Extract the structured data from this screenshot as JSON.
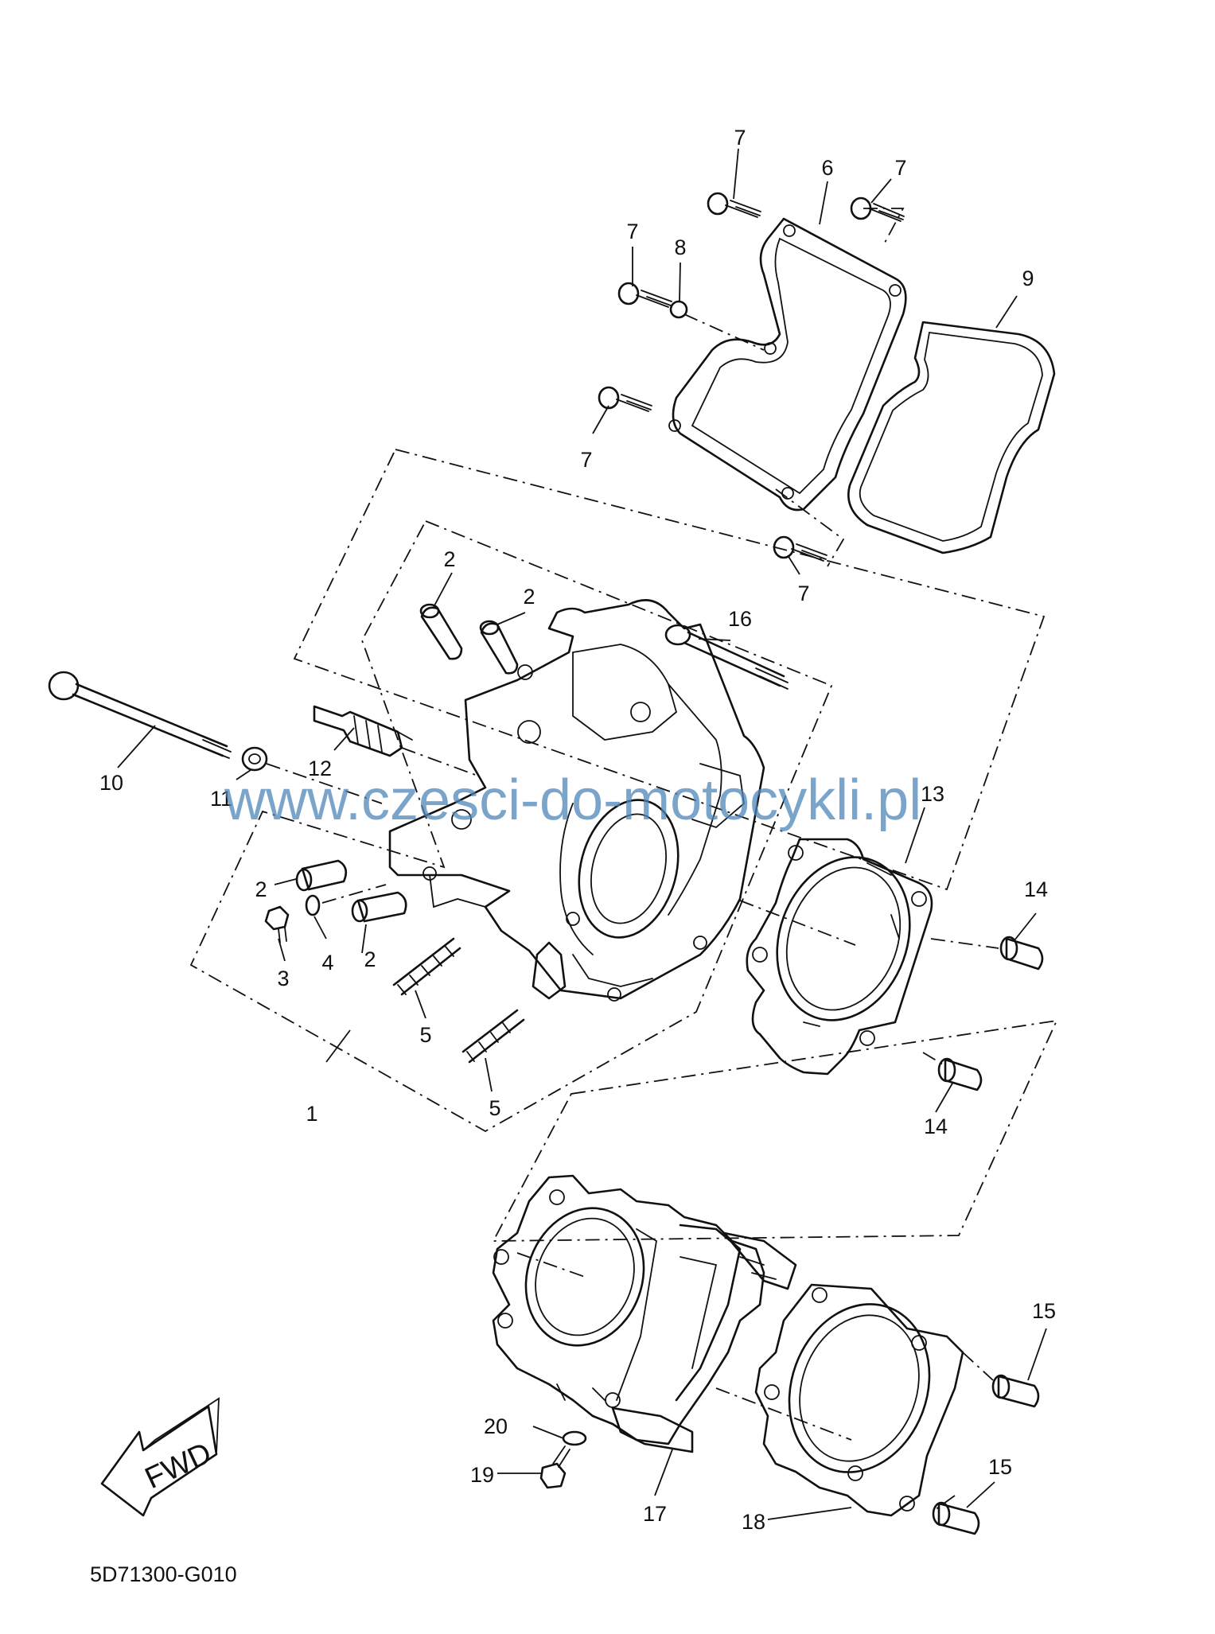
{
  "diagram_code": "5D71300-G010",
  "watermark": "www.czesci-do-motocykli.pl",
  "fwd_label": "FWD",
  "callouts": [
    {
      "label": "7"
    },
    {
      "label": "6"
    },
    {
      "label": "7"
    },
    {
      "label": "7"
    },
    {
      "label": "8"
    },
    {
      "label": "9"
    },
    {
      "label": "7"
    },
    {
      "label": "7"
    },
    {
      "label": "2"
    },
    {
      "label": "2"
    },
    {
      "label": "16"
    },
    {
      "label": "10"
    },
    {
      "label": "12"
    },
    {
      "label": "11"
    },
    {
      "label": "13"
    },
    {
      "label": "2"
    },
    {
      "label": "14"
    },
    {
      "label": "3"
    },
    {
      "label": "4"
    },
    {
      "label": "2"
    },
    {
      "label": "5"
    },
    {
      "label": "5"
    },
    {
      "label": "1"
    },
    {
      "label": "14"
    },
    {
      "label": "15"
    },
    {
      "label": "20"
    },
    {
      "label": "15"
    },
    {
      "label": "19"
    },
    {
      "label": "17"
    },
    {
      "label": "18"
    }
  ]
}
